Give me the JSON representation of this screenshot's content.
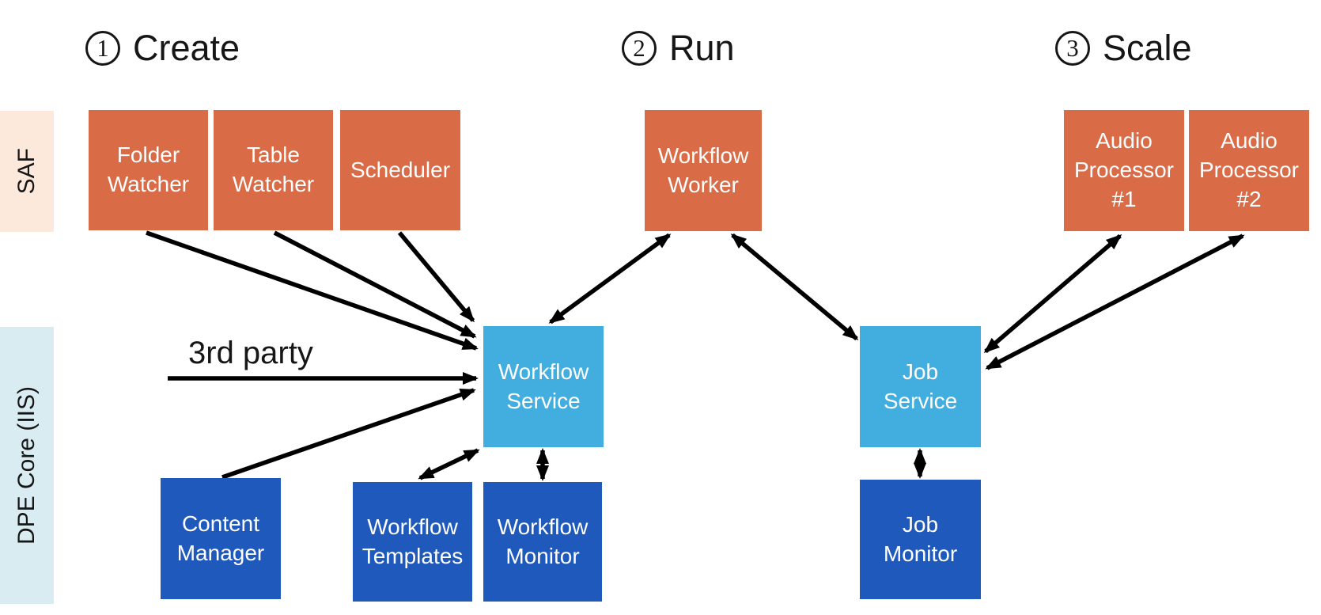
{
  "phases": [
    {
      "number": "1",
      "label": "Create"
    },
    {
      "number": "2",
      "label": "Run"
    },
    {
      "number": "3",
      "label": "Scale"
    }
  ],
  "lanes": [
    {
      "label": "SAF"
    },
    {
      "label": "DPE Core (IIS)"
    }
  ],
  "nodes": [
    {
      "id": "folder-watcher",
      "label": "Folder\nWatcher",
      "layer": "saf"
    },
    {
      "id": "table-watcher",
      "label": "Table\nWatcher",
      "layer": "saf"
    },
    {
      "id": "scheduler",
      "label": "Scheduler",
      "layer": "saf"
    },
    {
      "id": "workflow-worker",
      "label": "Workflow\nWorker",
      "layer": "saf"
    },
    {
      "id": "audio-processor-1",
      "label": "Audio\nProcessor\n#1",
      "layer": "saf"
    },
    {
      "id": "audio-processor-2",
      "label": "Audio\nProcessor\n#2",
      "layer": "saf"
    },
    {
      "id": "workflow-service",
      "label": "Workflow\nService",
      "layer": "dpe-core"
    },
    {
      "id": "job-service",
      "label": "Job\nService",
      "layer": "dpe-core"
    },
    {
      "id": "content-manager",
      "label": "Content\nManager",
      "layer": "dpe-core"
    },
    {
      "id": "workflow-templates",
      "label": "Workflow\nTemplates",
      "layer": "dpe-core"
    },
    {
      "id": "workflow-monitor",
      "label": "Workflow\nMonitor",
      "layer": "dpe-core"
    },
    {
      "id": "job-monitor",
      "label": "Job\nMonitor",
      "layer": "dpe-core"
    }
  ],
  "annotations": {
    "third_party": "3rd party"
  },
  "connections": [
    {
      "from": "folder-watcher",
      "to": "workflow-service",
      "bidirectional": false
    },
    {
      "from": "table-watcher",
      "to": "workflow-service",
      "bidirectional": false
    },
    {
      "from": "scheduler",
      "to": "workflow-service",
      "bidirectional": false
    },
    {
      "from": "3rd-party",
      "to": "workflow-service",
      "bidirectional": false
    },
    {
      "from": "content-manager",
      "to": "workflow-service",
      "bidirectional": false
    },
    {
      "from": "workflow-service",
      "to": "workflow-worker",
      "bidirectional": true
    },
    {
      "from": "workflow-worker",
      "to": "job-service",
      "bidirectional": true
    },
    {
      "from": "job-service",
      "to": "audio-processor-1",
      "bidirectional": true
    },
    {
      "from": "job-service",
      "to": "audio-processor-2",
      "bidirectional": true
    },
    {
      "from": "workflow-service",
      "to": "workflow-templates",
      "bidirectional": true
    },
    {
      "from": "workflow-service",
      "to": "workflow-monitor",
      "bidirectional": true
    },
    {
      "from": "job-service",
      "to": "job-monitor",
      "bidirectional": true
    }
  ],
  "colors": {
    "worker_orange": "#D96B46",
    "service_light_blue": "#42ADDF",
    "core_dark_blue": "#1F59BB",
    "saf_band": "#FCE9DC",
    "dpe_band": "#D8ECF2",
    "arrow": "#000000",
    "text": "#161616"
  }
}
